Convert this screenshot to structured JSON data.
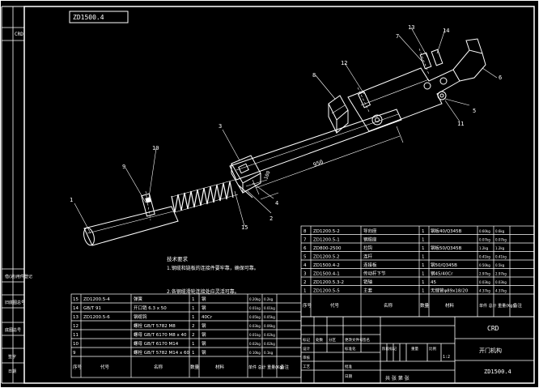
{
  "title_block": {
    "top_code": "ZD1500.4",
    "side_code": "CRD",
    "company": "CRD",
    "drawing_name": "开门机构",
    "drawing_number": "ZD1500.4",
    "scale_label": "比例",
    "scale_value": "1:2",
    "weight_label": "重量",
    "sheet_label": "共   张   第   张"
  },
  "technical_requirements": {
    "heading": "技术要求",
    "lines": [
      "1.钢缆和链板的连接件要牢靠，确保可靠。",
      "2.各钢缆滑轮连接处应灵活可靠。"
    ]
  },
  "dimensions": {
    "length": "950",
    "offset": "100"
  },
  "callouts": [
    "1",
    "2",
    "3",
    "4",
    "5",
    "6",
    "7",
    "8",
    "9",
    "10",
    "11",
    "12",
    "13",
    "14",
    "15"
  ],
  "bom_upper": {
    "rows": [
      {
        "no": "8",
        "code": "ZD1200.5-2",
        "name": "导向座",
        "qty": "1",
        "material": "钢板40/Q345B",
        "unit": "0.60kg",
        "total": "0.6kg"
      },
      {
        "no": "7",
        "code": "ZD1200.5-1",
        "name": "钢缆座",
        "qty": "1",
        "material": "",
        "unit": "0.07kg",
        "total": "0.07kg"
      },
      {
        "no": "6",
        "code": "ZD800-2500",
        "name": "拉钩",
        "qty": "1",
        "material": "钢板50/Q345B",
        "unit": "1.2kg",
        "total": "1.2kg"
      },
      {
        "no": "5",
        "code": "ZD1200.5.2",
        "name": "连杆",
        "qty": "1",
        "material": "",
        "unit": "0.41kg",
        "total": "0.41kg"
      },
      {
        "no": "4",
        "code": "ZD1500.4-2",
        "name": "连接板",
        "qty": "1",
        "material": "钢50/Q345B",
        "unit": "0.50kg",
        "total": "0.5kg"
      },
      {
        "no": "3",
        "code": "ZD1500.4-1",
        "name": "传动杆下节",
        "qty": "1",
        "material": "钢45/40Cr",
        "unit": "2.97kg",
        "total": "2.97kg"
      },
      {
        "no": "2",
        "code": "ZD1200.5.3-2",
        "name": "销轴",
        "qty": "1",
        "material": "45",
        "unit": "0.03kg",
        "total": "0.03kg"
      },
      {
        "no": "1",
        "code": "ZD1200.5-5",
        "name": "主套",
        "qty": "1",
        "material": "无缝管φ89x18/20",
        "unit": "4.37kg",
        "total": "4.37kg"
      }
    ],
    "header": {
      "no": "序号",
      "code": "代号",
      "name": "名称",
      "qty": "数量",
      "material": "材料",
      "weight": "单件 总计 重量(Kg)",
      "remark": "备注"
    }
  },
  "bom_lower": {
    "rows": [
      {
        "no": "15",
        "code": "ZD1200.5-4",
        "name": "弹簧",
        "qty": "1",
        "material": "钢",
        "unit": "0.20kg",
        "total": "0.2kg"
      },
      {
        "no": "14",
        "code": "GB/T 91",
        "name": "开口销 6.3 x 50",
        "qty": "1",
        "material": "钢",
        "unit": "0.01kg",
        "total": "0.01kg"
      },
      {
        "no": "13",
        "code": "ZD1200.5-6",
        "name": "钢缆钩",
        "qty": "1",
        "material": "40Cr",
        "unit": "0.05kg",
        "total": "0.05kg"
      },
      {
        "no": "12",
        "code": "",
        "name": "螺栓 GB/T 5782 M8",
        "qty": "2",
        "material": "钢",
        "unit": "0.03kg",
        "total": "0.06kg"
      },
      {
        "no": "11",
        "code": "",
        "name": "螺母 GB/T 6170 M8 x 40",
        "qty": "2",
        "material": "钢",
        "unit": "0.01kg",
        "total": "0.02kg"
      },
      {
        "no": "10",
        "code": "",
        "name": "螺母 GB/T 6170 M14",
        "qty": "1",
        "material": "钢",
        "unit": "0.02kg",
        "total": "0.02kg"
      },
      {
        "no": "9",
        "code": "",
        "name": "螺栓 GB/T 5782 M14 x 60",
        "qty": "1",
        "material": "钢",
        "unit": "0.10kg",
        "total": "0.1kg"
      }
    ],
    "header": {
      "no": "序号",
      "code": "代号",
      "name": "名称",
      "qty": "数量",
      "material": "材料",
      "weight": "单件 总计 重量(Kg)",
      "remark": "备注"
    }
  },
  "revision_block": {
    "labels": [
      "标记",
      "处数",
      "分区",
      "更改文件号",
      "签名",
      "年月日",
      "设计",
      "标准化",
      "审核",
      "工艺",
      "批准",
      "日期",
      "阶段标记"
    ],
    "bottom_labels": [
      "共",
      "张",
      "第",
      "张"
    ]
  },
  "left_strip": {
    "labels": [
      "借(通)用件登记",
      "旧底图总号",
      "底图总号",
      "签字",
      "日期"
    ]
  }
}
